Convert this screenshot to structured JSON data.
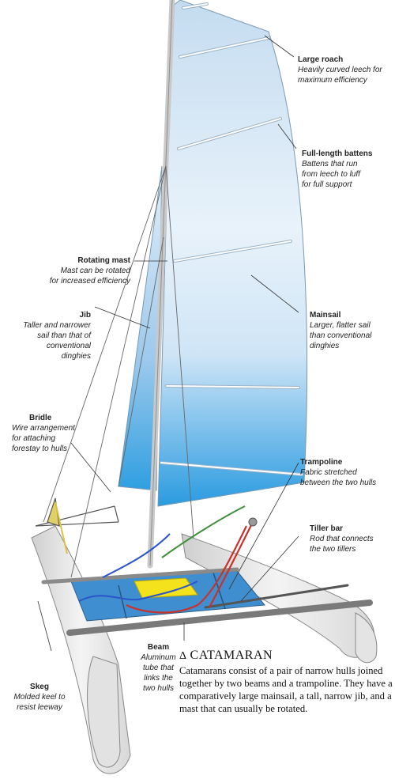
{
  "labels": {
    "large_roach": {
      "title": "Large roach",
      "desc": "Heavily curved leech for\nmaximum efficiency"
    },
    "battens": {
      "title": "Full-length battens",
      "desc": "Battens that run\nfrom leech to luff\nfor full support"
    },
    "rotating_mast": {
      "title": "Rotating mast",
      "desc": "Mast can be rotated\nfor increased efficiency"
    },
    "mainsail": {
      "title": "Mainsail",
      "desc": "Larger, flatter sail\nthan conventional\ndinghies"
    },
    "jib": {
      "title": "Jib",
      "desc": "Taller and narrower\nsail than that of\nconventional\ndinghies"
    },
    "bridle": {
      "title": "Bridle",
      "desc": "Wire arrangement\nfor attaching\nforestay to hulls"
    },
    "trampoline": {
      "title": "Trampoline",
      "desc": "Fabric stretched\nbetween the two hulls"
    },
    "tiller_bar": {
      "title": "Tiller bar",
      "desc": "Rod that connects\nthe two tillers"
    },
    "beam": {
      "title": "Beam",
      "desc": "Aluminum\ntube that\nlinks the\ntwo hulls"
    },
    "skeg": {
      "title": "Skeg",
      "desc": "Molded keel to\nresist leeway"
    }
  },
  "caption": {
    "symbol": "Δ",
    "title": "CATAMARAN",
    "body": "Catamarans consist of a pair of narrow hulls joined together by two beams and a trampoline. They have a comparatively large mainsail, a tall, narrow jib, and a mast that can usually be rotated."
  },
  "colors": {
    "sail_top": "#bcd7ee",
    "sail_bottom": "#2f9fe0",
    "trampoline": "#3f8fd0",
    "trampoline_patch": "#f3e21c",
    "hull": "#ececec",
    "line_red": "#c8322a",
    "line_blue": "#2a55c8",
    "line_green": "#3f8f3a"
  }
}
